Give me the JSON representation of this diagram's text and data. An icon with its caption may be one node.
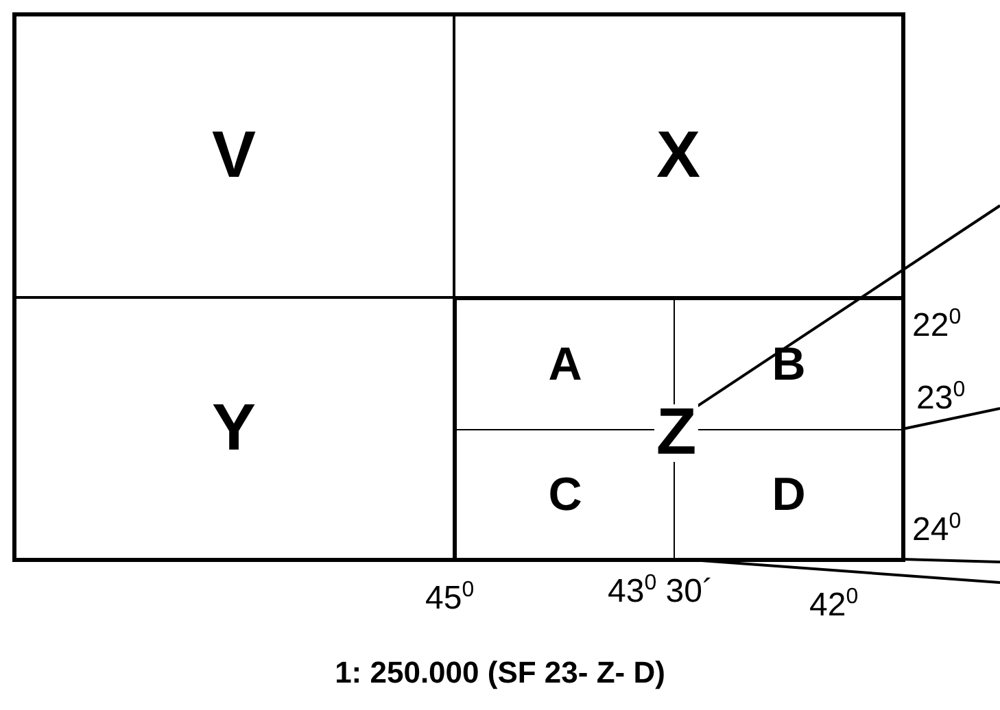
{
  "diagram": {
    "caption": "1: 250.000 (SF 23- Z- D)",
    "nodes": [
      {
        "text": [
          "V"
        ]
      },
      {
        "text": [
          "X"
        ]
      },
      {
        "text": [
          "Y"
        ]
      },
      {
        "text": [],
        "shape": "box"
      },
      {
        "text": [
          "A"
        ],
        "in": 3
      },
      {
        "text": [
          "B"
        ],
        "in": 3
      },
      {
        "text": [
          "C"
        ],
        "in": 3
      },
      {
        "text": [
          "D"
        ],
        "in": 3
      },
      {
        "text": [
          "Z"
        ],
        "in": 3
      }
    ],
    "edges": [
      {
        "from": 8,
        "to": null,
        "arrow": "none"
      },
      {
        "from": 3,
        "to": null,
        "arrow": "none"
      },
      {
        "from": 3,
        "to": null,
        "arrow": "none"
      },
      {
        "from": 3,
        "to": null,
        "arrow": "none"
      }
    ],
    "labels": [
      "22$^{0}$",
      "23$^{0}$",
      "24$^{0}$",
      "45$^{0}$",
      "43$^{0}$ 30´",
      "42$^{0}$"
    ]
  }
}
